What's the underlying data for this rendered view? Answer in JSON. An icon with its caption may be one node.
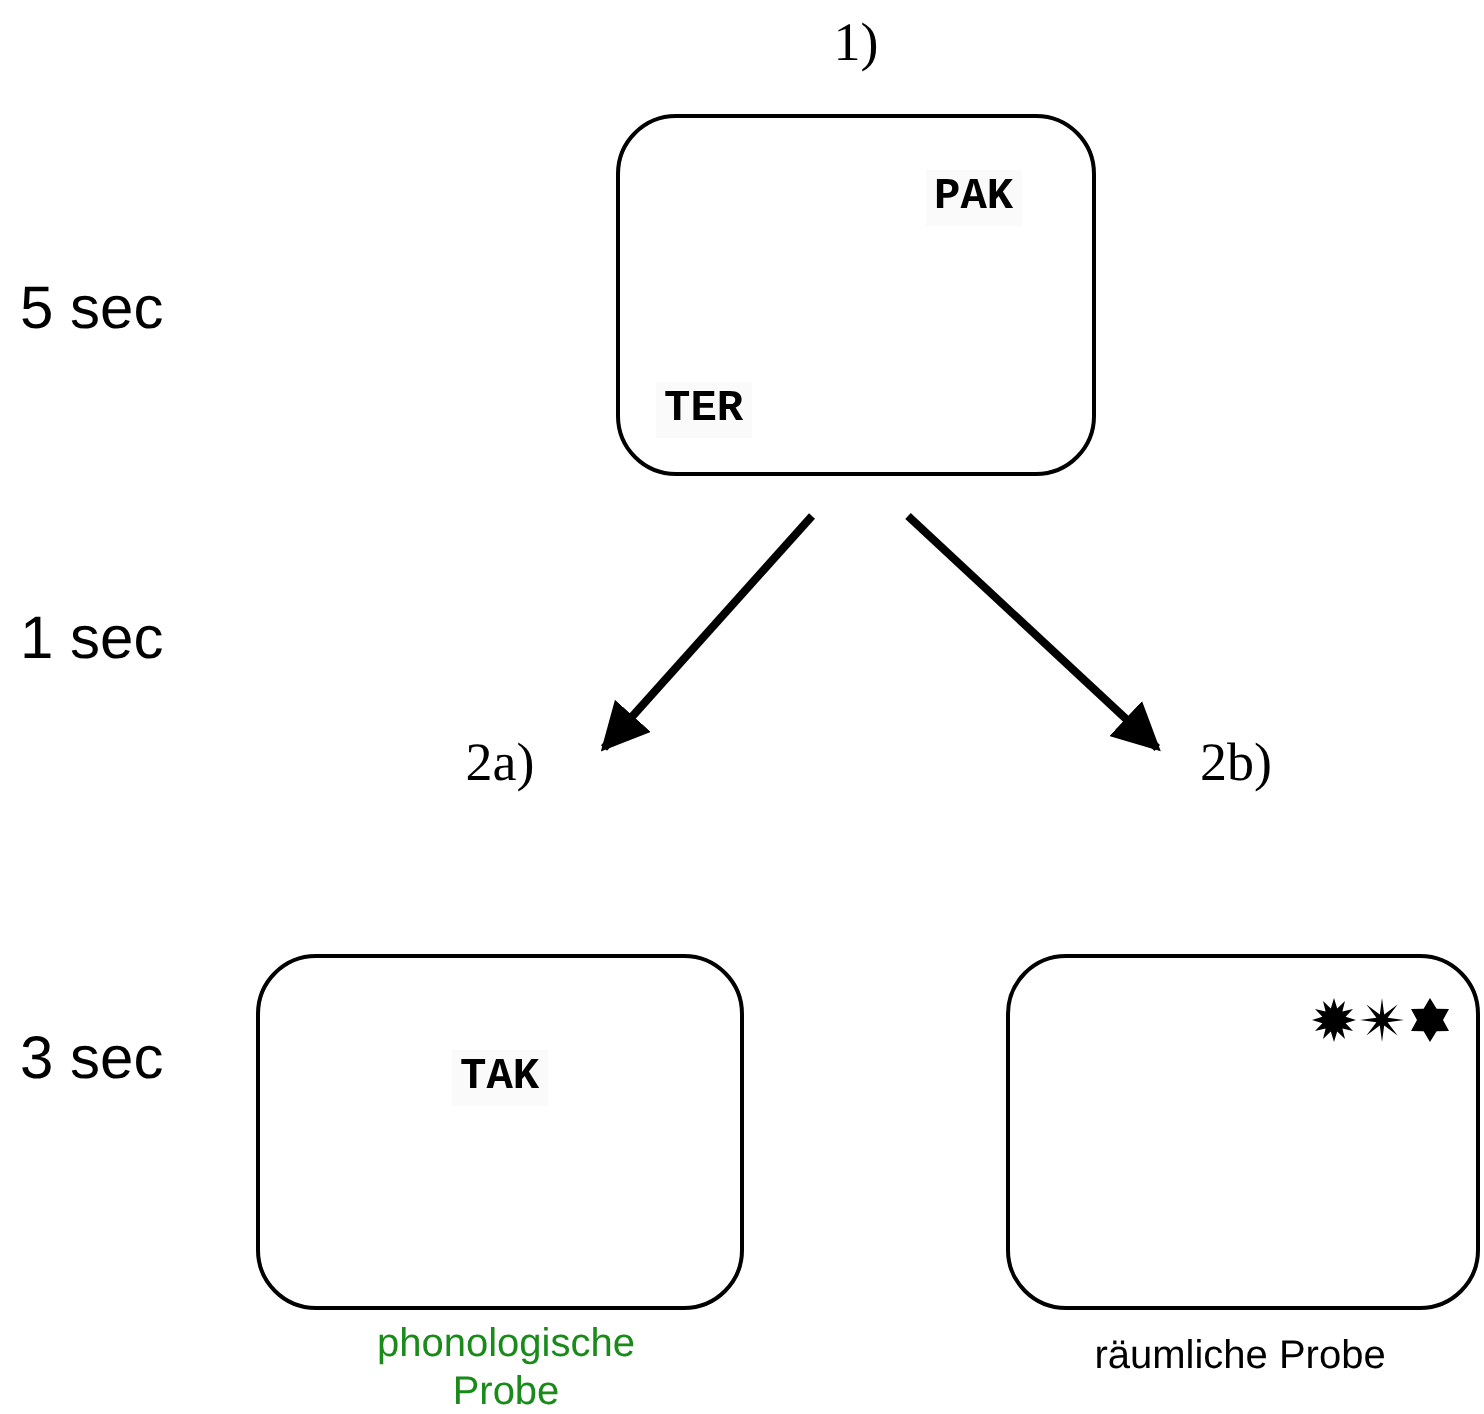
{
  "diagram": {
    "nodes": [
      {
        "text": [
          "1)",
          "PAK",
          "TER"
        ]
      },
      {
        "text": [
          "2a)",
          "TAK"
        ],
        "beside": [
          "phonologische Probe"
        ]
      },
      {
        "text": [
          "2b)"
        ],
        "beside": [
          "räumliche Probe"
        ]
      }
    ],
    "edges": [
      {
        "from": 0,
        "to": 1,
        "arrow": "to"
      },
      {
        "from": 0,
        "to": 2,
        "arrow": "to"
      }
    ],
    "labels": [
      "5 sec",
      "1 sec",
      "3 sec"
    ]
  }
}
